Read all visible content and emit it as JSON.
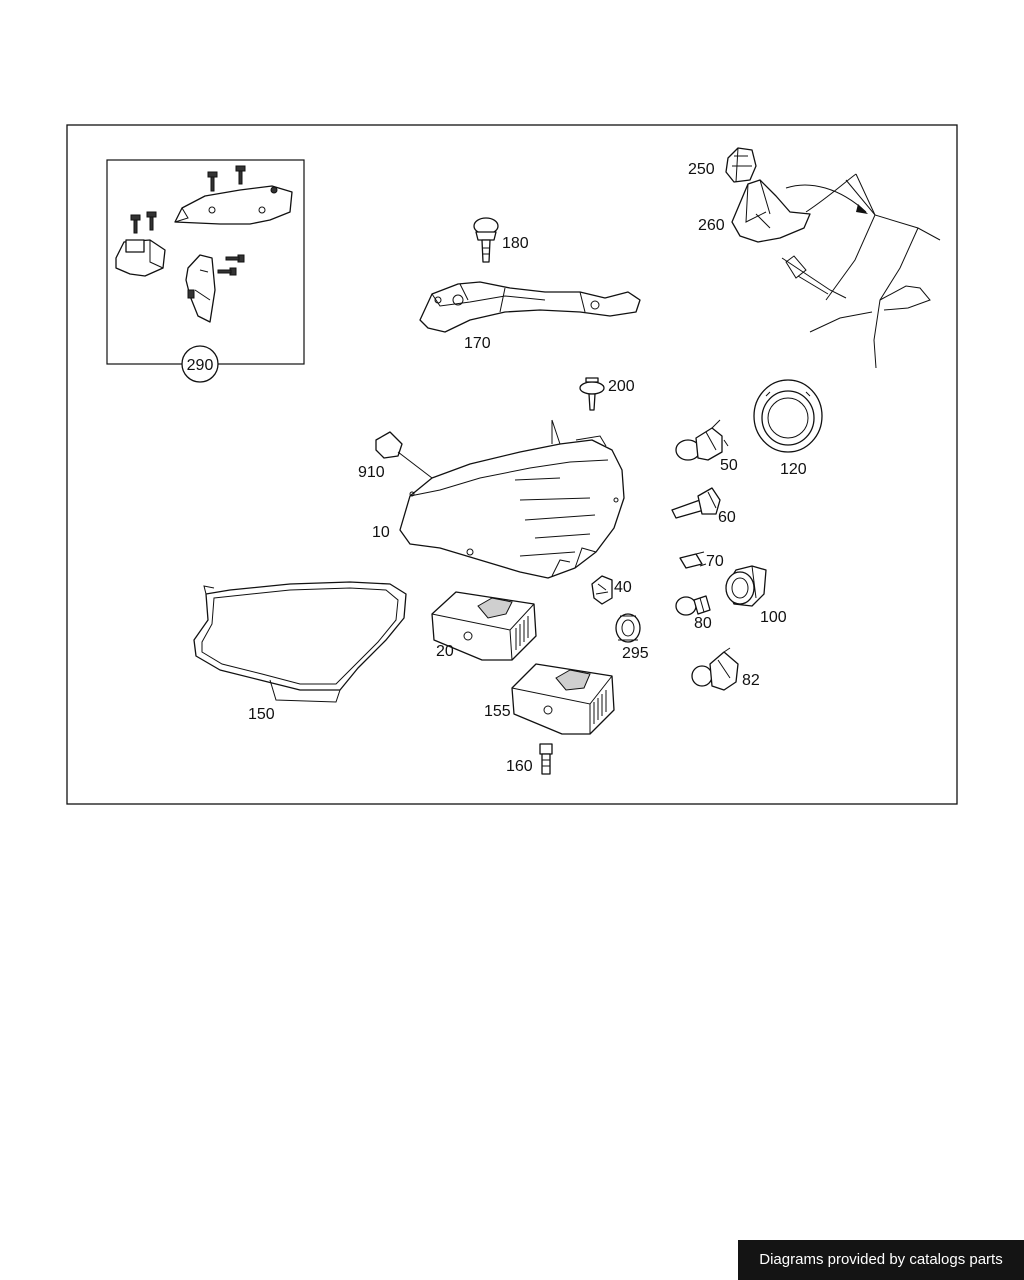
{
  "diagram": {
    "callouts": [
      {
        "id": "c290",
        "text": "290"
      },
      {
        "id": "c180",
        "text": "180"
      },
      {
        "id": "c170",
        "text": "170"
      },
      {
        "id": "c250",
        "text": "250"
      },
      {
        "id": "c260",
        "text": "260"
      },
      {
        "id": "c200",
        "text": "200"
      },
      {
        "id": "c910",
        "text": "910"
      },
      {
        "id": "c10",
        "text": "10"
      },
      {
        "id": "c50",
        "text": "50"
      },
      {
        "id": "c120",
        "text": "120"
      },
      {
        "id": "c60",
        "text": "60"
      },
      {
        "id": "c70",
        "text": "70"
      },
      {
        "id": "c40",
        "text": "40"
      },
      {
        "id": "c100",
        "text": "100"
      },
      {
        "id": "c80",
        "text": "80"
      },
      {
        "id": "c20",
        "text": "20"
      },
      {
        "id": "c295",
        "text": "295"
      },
      {
        "id": "c82",
        "text": "82"
      },
      {
        "id": "c150",
        "text": "150"
      },
      {
        "id": "c155",
        "text": "155"
      },
      {
        "id": "c160",
        "text": "160"
      }
    ]
  },
  "footer": {
    "credit": "Diagrams provided by catalogs parts"
  }
}
